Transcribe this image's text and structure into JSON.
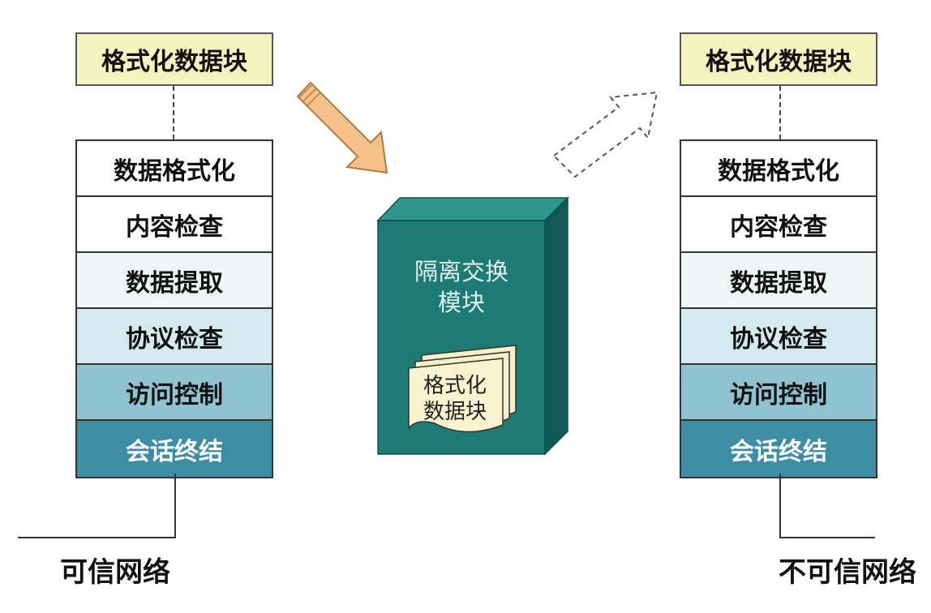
{
  "left_stack": {
    "top_block": "格式化数据块",
    "layers": [
      "数据格式化",
      "内容检查",
      "数据提取",
      "协议检查",
      "访问控制",
      "会话终结"
    ],
    "network_label": "可信网络"
  },
  "right_stack": {
    "top_block": "格式化数据块",
    "layers": [
      "数据格式化",
      "内容检查",
      "数据提取",
      "协议检查",
      "访问控制",
      "会话终结"
    ],
    "network_label": "不可信网络"
  },
  "center_module": {
    "title_line1": "隔离交换",
    "title_line2": "模块",
    "doc_line1": "格式化",
    "doc_line2": "数据块"
  },
  "colors": {
    "top_block": "#f3f3bf",
    "cube_front": "#1e7a74",
    "cube_top": "#2f958d",
    "cube_side": "#125a55",
    "arrow_in": "#f5c089",
    "layer_bottom": "#3d8da5"
  }
}
